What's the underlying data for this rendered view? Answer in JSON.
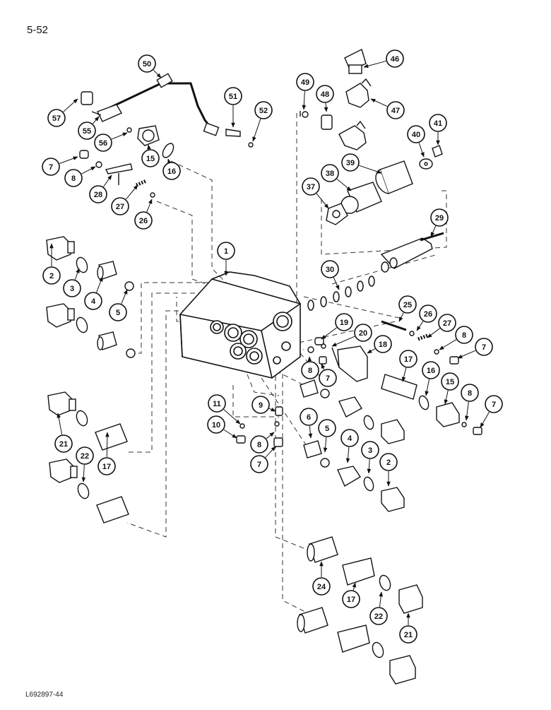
{
  "page": {
    "page_number": "5-52",
    "figure_code": "L692897-44"
  },
  "callouts": [
    "1",
    "2",
    "3",
    "4",
    "5",
    "6",
    "7",
    "8",
    "9",
    "10",
    "11",
    "15",
    "16",
    "17",
    "18",
    "19",
    "20",
    "21",
    "22",
    "24",
    "25",
    "26",
    "27",
    "28",
    "29",
    "30",
    "37",
    "38",
    "39",
    "40",
    "41",
    "46",
    "47",
    "48",
    "49",
    "50",
    "51",
    "52",
    "55",
    "56",
    "57"
  ]
}
